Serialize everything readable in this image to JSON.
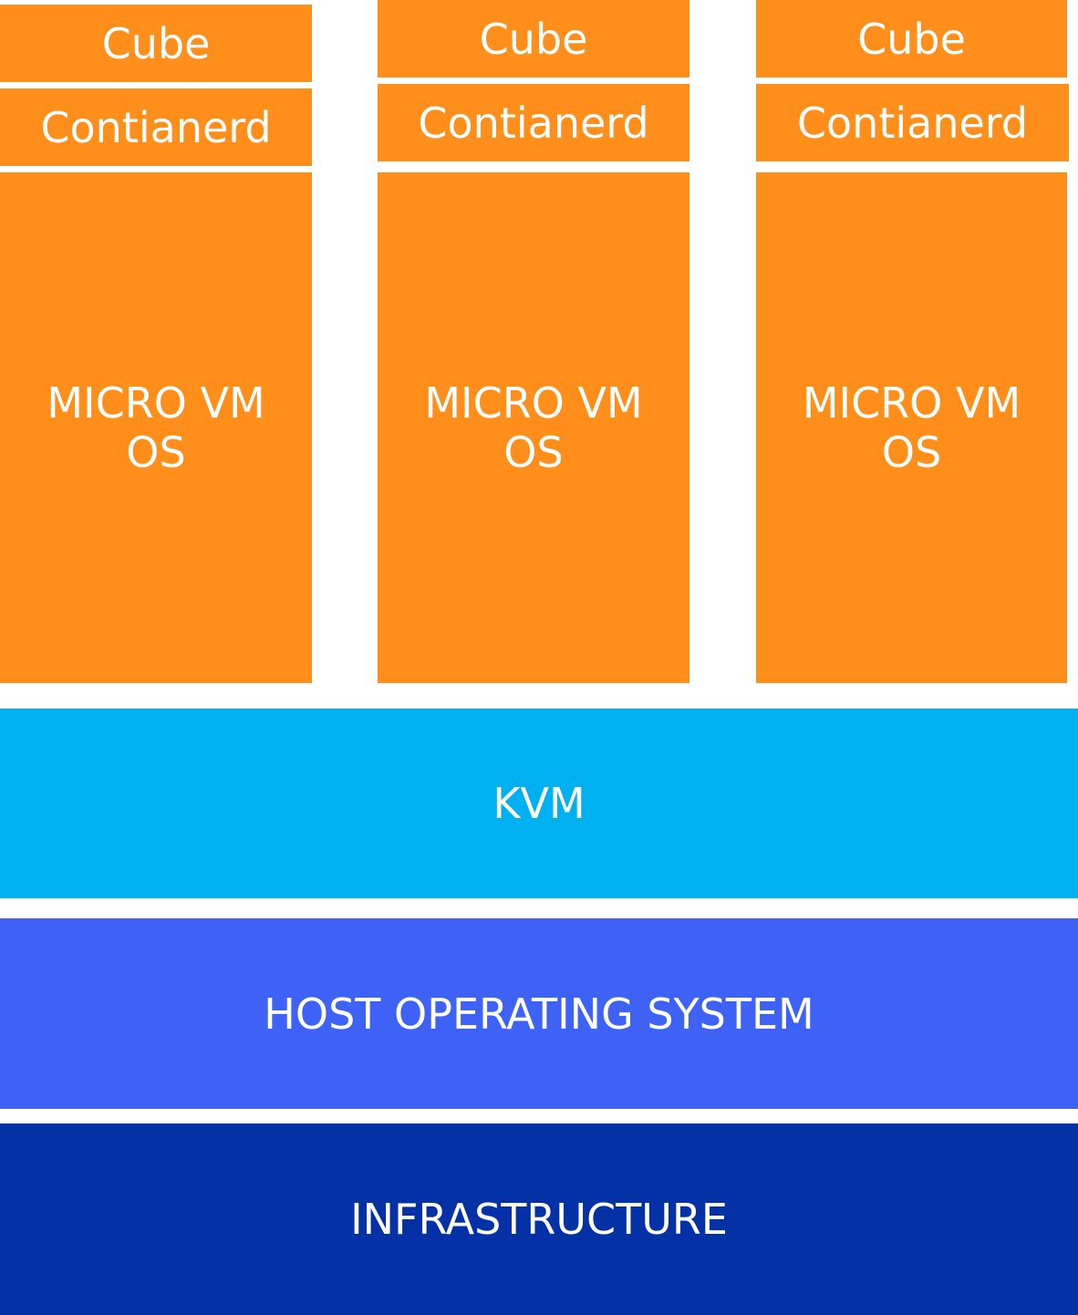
{
  "columns": [
    {
      "cube": "Cube",
      "containerd": "Contianerd",
      "vm_line1": "MICRO VM",
      "vm_line2": "OS"
    },
    {
      "cube": "Cube",
      "containerd": "Contianerd",
      "vm_line1": "MICRO VM",
      "vm_line2": "OS"
    },
    {
      "cube": "Cube",
      "containerd": "Contianerd",
      "vm_line1": "MICRO VM",
      "vm_line2": "OS"
    }
  ],
  "layers": {
    "kvm": "KVM",
    "host_os": "HOST OPERATING SYSTEM",
    "infrastructure": "INFRASTRUCTURE"
  },
  "colors": {
    "orange": "#FF8E1A",
    "cyan": "#00B0F0",
    "blue": "#3D62F5",
    "navy": "#0531A6"
  }
}
